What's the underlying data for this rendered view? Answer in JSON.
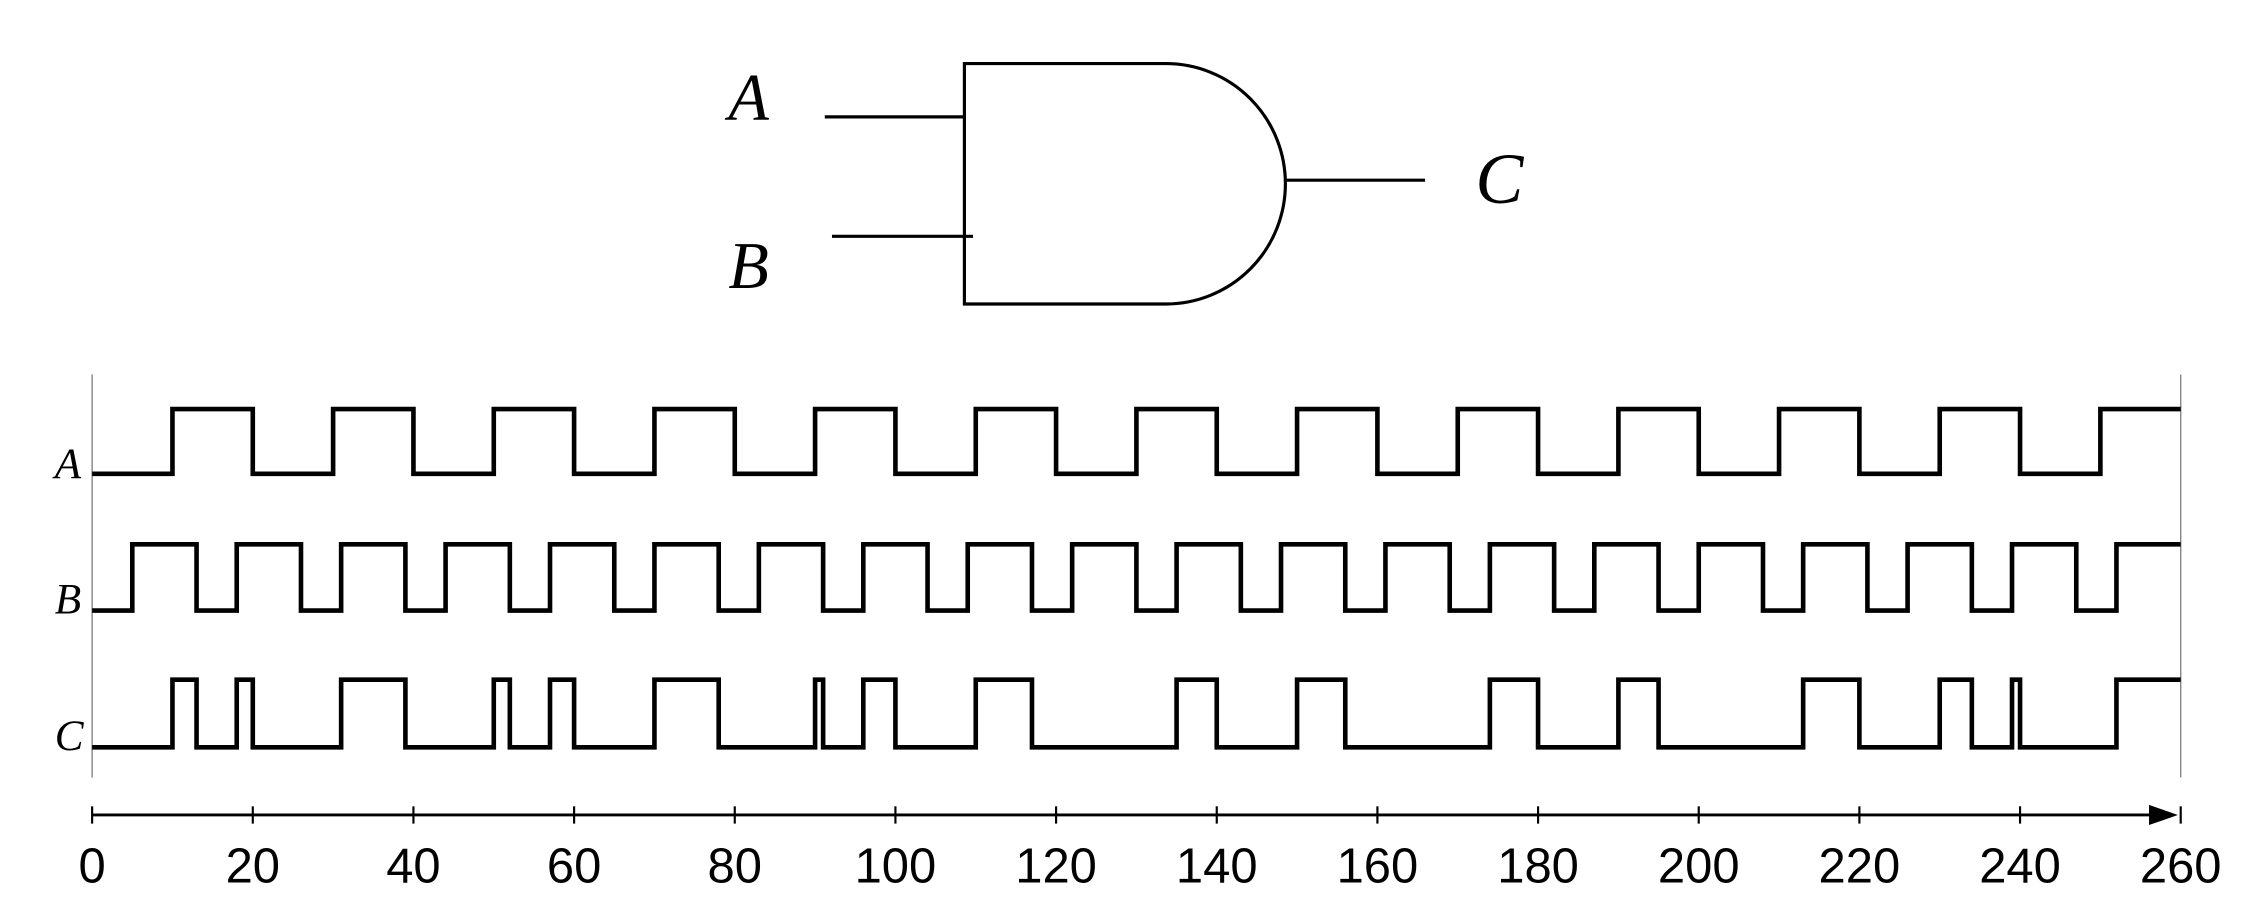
{
  "gate": {
    "type": "AND",
    "input_labels": [
      "A",
      "B"
    ],
    "output_label": "C"
  },
  "chart_data": {
    "type": "timing-diagram",
    "title": "",
    "xlabel": "",
    "xlim": [
      0,
      260
    ],
    "x_ticks": [
      0,
      20,
      40,
      60,
      80,
      100,
      120,
      140,
      160,
      180,
      200,
      220,
      240,
      260
    ],
    "tick_labels": [
      "0",
      "20",
      "40",
      "60",
      "80",
      "100",
      "120",
      "140",
      "160",
      "180",
      "200",
      "220",
      "240",
      "260"
    ],
    "signals": [
      {
        "name": "A",
        "initial": 0,
        "edges": [
          10,
          20,
          30,
          40,
          50,
          60,
          70,
          80,
          90,
          100,
          110,
          120,
          130,
          140,
          150,
          160,
          170,
          180,
          190,
          200,
          210,
          220,
          230,
          240,
          250
        ]
      },
      {
        "name": "B",
        "initial": 0,
        "edges": [
          5,
          13,
          18,
          26,
          31,
          39,
          44,
          52,
          57,
          65,
          70,
          78,
          83,
          91,
          96,
          104,
          109,
          117,
          122,
          130,
          135,
          143,
          148,
          156,
          161,
          169,
          174,
          182,
          187,
          195,
          200,
          208,
          213,
          221,
          226,
          234,
          239,
          247,
          252
        ]
      },
      {
        "name": "C",
        "initial": 0,
        "edges": [
          10,
          13,
          18,
          20,
          31,
          39,
          50,
          52,
          57,
          60,
          70,
          78,
          90,
          91,
          96,
          100,
          110,
          117,
          135,
          140,
          150,
          156,
          174,
          180,
          190,
          195,
          213,
          220,
          230,
          234,
          239,
          240,
          252
        ]
      }
    ]
  }
}
